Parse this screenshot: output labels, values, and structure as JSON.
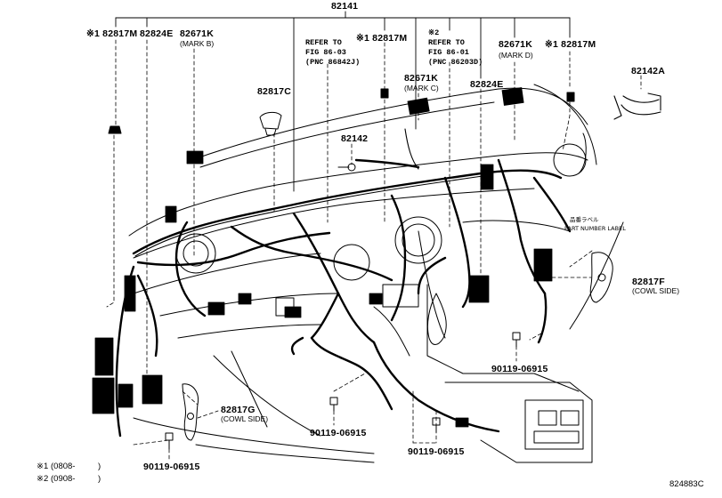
{
  "callouts": {
    "c82141": "82141",
    "c82817m_a": "※1 82817M",
    "c82824e_a": "82824E",
    "c82671k_b": "82671K",
    "mark_b": "(MARK B)",
    "c82817m_b": "※1 82817M",
    "c82817c": "82817C",
    "ref_fig1_l1": "REFER TO",
    "ref_fig1_l2": "FIG 86-03",
    "ref_fig1_l3": "(PNC 86842J)",
    "ref_fig2_mark": "※2",
    "ref_fig2_l1": "REFER TO",
    "ref_fig2_l2": "FIG 86-01",
    "ref_fig2_l3": "(PNC 86203D)",
    "c82671k_c": "82671K",
    "mark_c": "(MARK C)",
    "c82142": "82142",
    "c82671k_d": "82671K",
    "mark_d": "(MARK D)",
    "c82817m_c": "※1 82817M",
    "c82824e_b": "82824E",
    "c82142a": "82142A",
    "label_jp": "品番ラベル",
    "label_en": "PART NUMBER LABEL",
    "c82817f": "82817F",
    "cowl_f": "(COWL SIDE)",
    "c90119_a": "90119-06915",
    "c82817g": "82817G",
    "cowl_g": "(COWL SIDE)",
    "c90119_b": "90119-06915",
    "c90119_c": "90119-06915",
    "c90119_d": "90119-06915"
  },
  "footnotes": {
    "note1_mark": "※1",
    "note1_text": "(0808-",
    "note1_close": ")",
    "note2_mark": "※2",
    "note2_text": "(0908-",
    "note2_close": ")"
  },
  "drawing_id": "824883C",
  "colors": {
    "ink": "#000000",
    "background": "#ffffff"
  }
}
